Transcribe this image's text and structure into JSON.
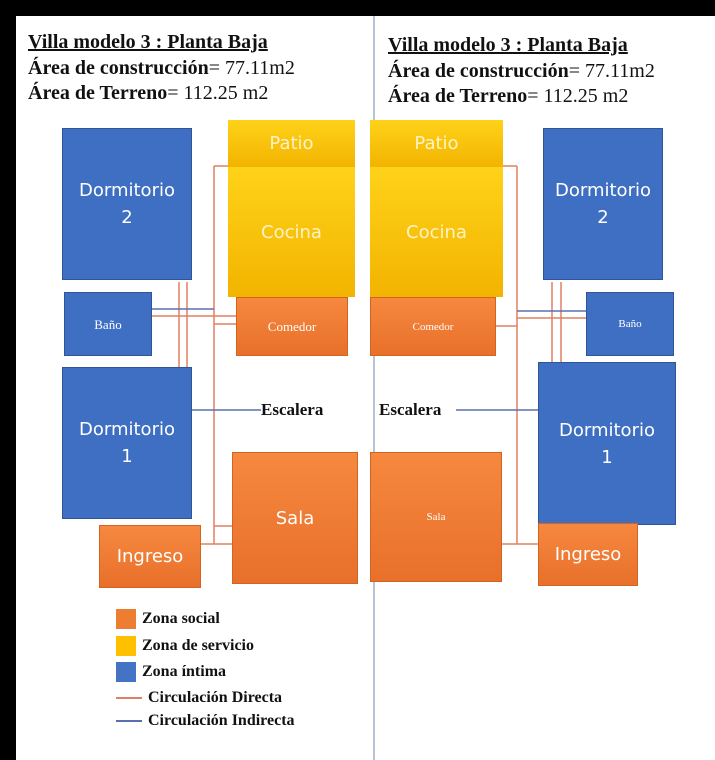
{
  "colors": {
    "zona_social": "#ed7d31",
    "zona_servicio": "#ffc000",
    "zona_intima": "#4472c4",
    "circulacion_directa": "#e08060",
    "circulacion_indirecta": "#5b6fb0"
  },
  "left": {
    "title": "Villa modelo 3 : Planta Baja",
    "area_construccion_label": "Área de construcción",
    "area_construccion_value": "= 77.11m2",
    "area_terreno_label": "Área de Terreno",
    "area_terreno_value": "= 112.25 m2",
    "rooms": {
      "patio": "Patio",
      "cocina": "Cocina",
      "dormitorio2": "Dormitorio 2",
      "bano": "Baño",
      "comedor": "Comedor",
      "dormitorio1": "Dormitorio 1",
      "sala": "Sala",
      "ingreso": "Ingreso"
    },
    "escalera": "Escalera"
  },
  "right": {
    "title": "Villa modelo 3 : Planta Baja",
    "area_construccion_label": "Área de construcción",
    "area_construccion_value": "= 77.11m2",
    "area_terreno_label": "Área de Terreno",
    "area_terreno_value": "= 112.25 m2",
    "rooms": {
      "patio": "Patio",
      "cocina": "Cocina",
      "dormitorio2": "Dormitorio 2",
      "bano": "Baño",
      "comedor": "Comedor",
      "dormitorio1": "Dormitorio 1",
      "sala": "Sala",
      "ingreso": "Ingreso"
    },
    "escalera": "Escalera"
  },
  "legend": {
    "zona_social": "Zona social",
    "zona_servicio": "Zona de servicio",
    "zona_intima": "Zona íntima",
    "circulacion_directa": "Circulación Directa",
    "circulacion_indirecta": "Circulación Indirecta"
  }
}
